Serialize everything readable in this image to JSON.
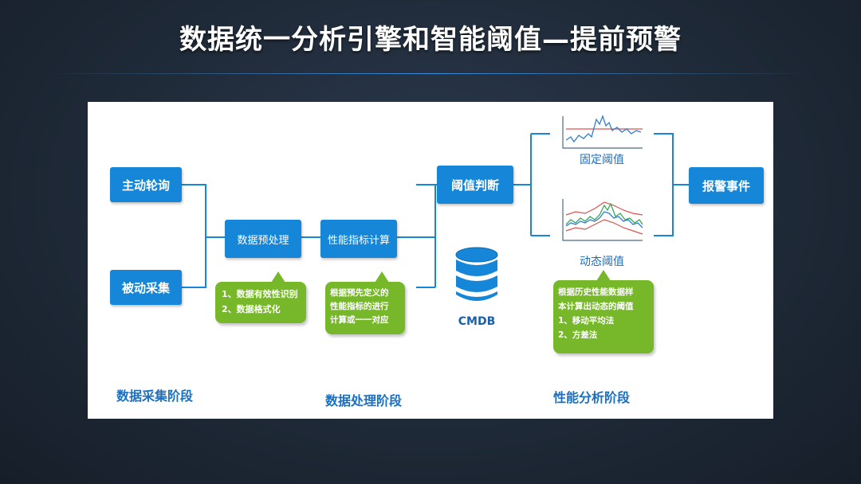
{
  "title": "数据统一分析引擎和智能阈值—提前预警",
  "nodes": {
    "active_poll": "主动轮询",
    "passive_collect": "被动采集",
    "preprocess": "数据预处理",
    "metric_calc": "性能指标计算",
    "threshold_judge": "阈值判断",
    "alarm_event": "报警事件",
    "cmdb": "CMDB"
  },
  "bubbles": {
    "preprocess_lines": [
      "1、数据有效性识别",
      "2、数据格式化"
    ],
    "metric_lines": [
      "根据预先定义的",
      "性能指标的进行",
      "计算或一一对应"
    ],
    "analysis_lines": [
      "根据历史性能数据样",
      "本计算出动态的阈值",
      "1、移动平均法",
      "2、方差法"
    ]
  },
  "captions": {
    "fixed_threshold": "固定阈值",
    "dynamic_threshold": "动态阈值"
  },
  "stages": {
    "collect": "数据采集阶段",
    "process": "数据处理阶段",
    "analysis": "性能分析阶段"
  },
  "colors": {
    "node_blue": "#1686d8",
    "bubble_green": "#77b82a",
    "stage_text": "#1a6fc0",
    "threshold_red": "#d9534f",
    "line_blue": "#2f7fd1",
    "line_green": "#3aa65a"
  }
}
